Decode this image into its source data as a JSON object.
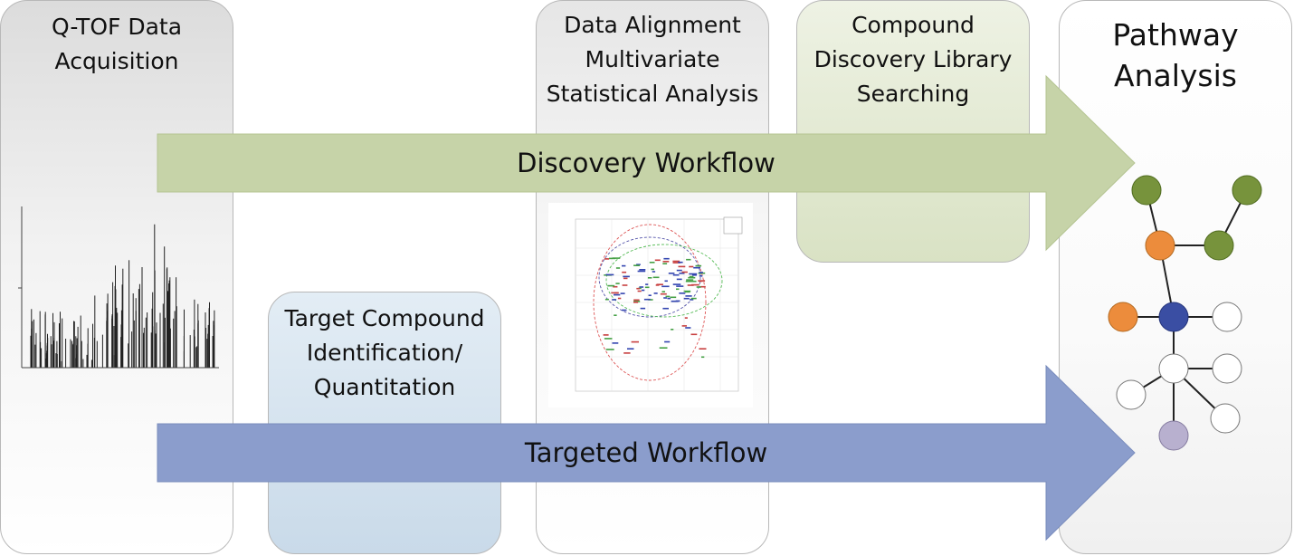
{
  "panels": {
    "acquisition": {
      "line1": "Q-TOF Data",
      "line2": "Acquisition"
    },
    "alignment": {
      "line1": "Data Alignment",
      "line2": "Multivariate",
      "line3": "Statistical Analysis"
    },
    "compound_discovery": {
      "line1": "Compound",
      "line2": "Discovery Library",
      "line3": "Searching"
    },
    "target": {
      "line1": "Target Compound",
      "line2": "Identification/",
      "line3": "Quantitation"
    },
    "pathway": {
      "line1": "Pathway",
      "line2": "Analysis"
    }
  },
  "arrows": {
    "discovery": "Discovery Workflow",
    "targeted": "Targeted Workflow"
  },
  "colors": {
    "discovery_arrow": "#c6d3a8",
    "targeted_arrow": "#8b9dcc",
    "node_green": "#77933c",
    "node_orange": "#ec8c3c",
    "node_blue": "#3a4ea3",
    "node_lilac": "#b8b0cf",
    "node_white": "#ffffff"
  }
}
